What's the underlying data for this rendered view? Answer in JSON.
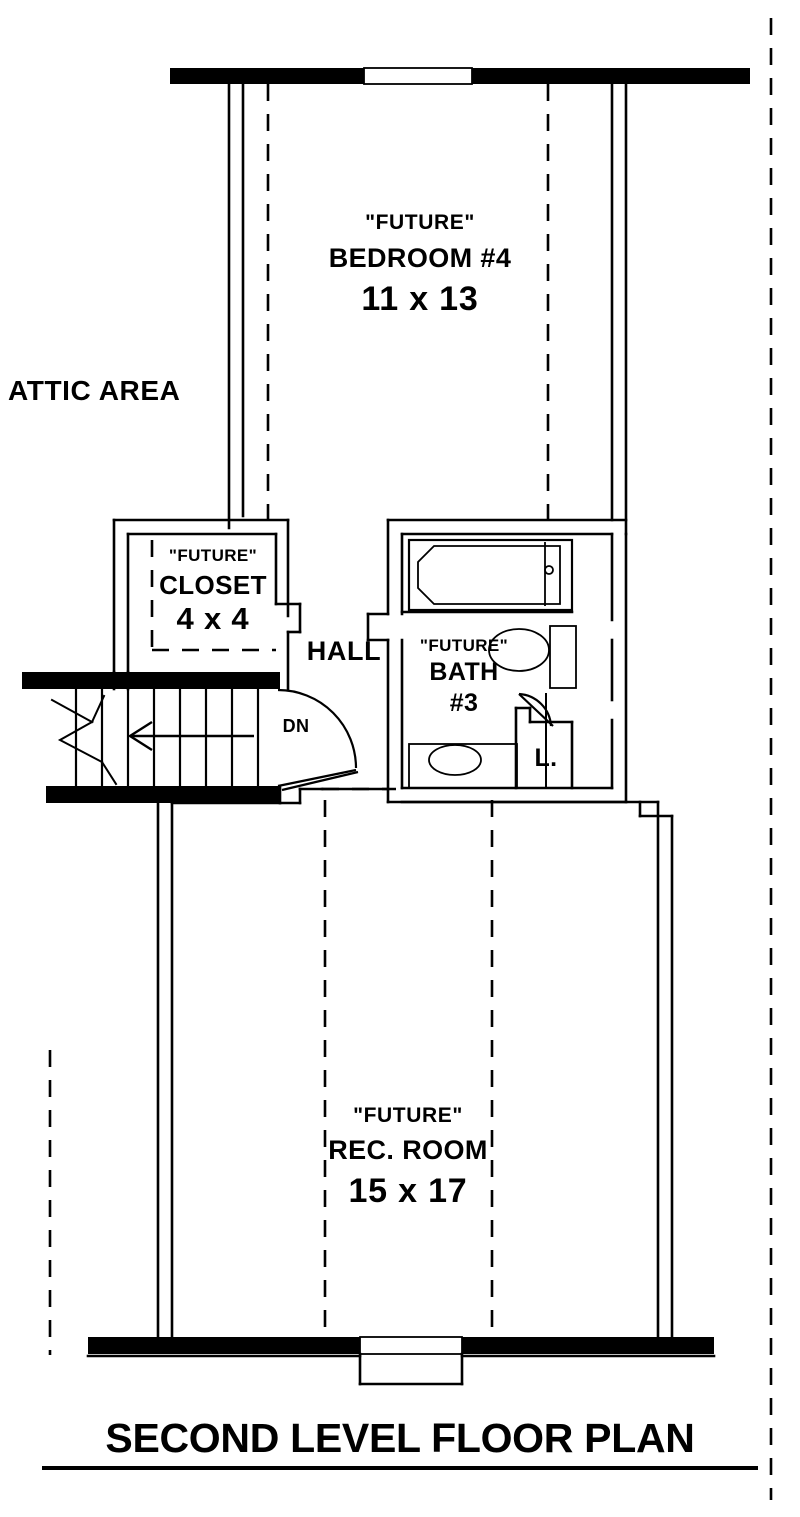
{
  "title": "SECOND LEVEL FLOOR PLAN",
  "rooms": [
    {
      "id": "bedroom4",
      "qualifier": "\"FUTURE\"",
      "name": "BEDROOM #4",
      "dimensions": "11 x 13"
    },
    {
      "id": "closet",
      "qualifier": "\"FUTURE\"",
      "name": "CLOSET",
      "dimensions": "4 x 4"
    },
    {
      "id": "bath3",
      "qualifier": "\"FUTURE\"",
      "name": "BATH",
      "number": "#3"
    },
    {
      "id": "recroom",
      "qualifier": "\"FUTURE\"",
      "name": "REC. ROOM",
      "dimensions": "15 x 17"
    }
  ],
  "areas": {
    "attic": "ATTIC AREA",
    "hall": "HALL",
    "linen": "L."
  },
  "stairs": {
    "direction_label": "DN"
  },
  "colors": {
    "line": "#000000",
    "background": "#ffffff",
    "wall_fill": "#000000"
  }
}
